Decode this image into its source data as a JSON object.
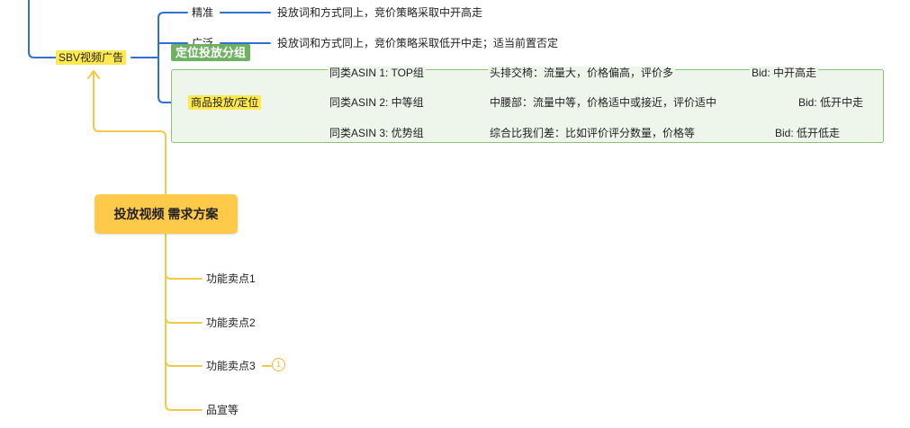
{
  "colors": {
    "blue_line": "#2f6fd6",
    "yellow_line": "#f2c94c",
    "highlight": "#ffe94d",
    "group_fill": "#eef6ec",
    "group_border": "#8cc27a",
    "group_tag": "#6fb163",
    "central_fill": "#ffc94a"
  },
  "central": {
    "label": "投放视频 需求方案"
  },
  "sbv": {
    "label": "SBV视频广告",
    "branches": [
      {
        "label": "精准",
        "note": "投放词和方式同上，竞价策略采取中开高走"
      },
      {
        "label": "广泛",
        "note": "投放词和方式同上，竞价策略采取低开中走；适当前置否定"
      }
    ]
  },
  "group": {
    "title": "定位投放分组",
    "parent": "商品投放/定位",
    "rows": [
      {
        "asin": "同类ASIN 1: TOP组",
        "desc": "头排交椅：流量大，价格偏高，评价多",
        "bid": "Bid: 中开高走"
      },
      {
        "asin": "同类ASIN 2: 中等组",
        "desc": "中腰部：流量中等，价格适中或接近，评价适中",
        "bid": "Bid: 低开中走"
      },
      {
        "asin": "同类ASIN 3: 优势组",
        "desc": "综合比我们差：比如评价评分数量，价格等",
        "bid": "Bid: 低开低走"
      }
    ]
  },
  "features": {
    "items": [
      "功能卖点1",
      "功能卖点2",
      "功能卖点3",
      "品宣等"
    ],
    "marker": "1"
  }
}
